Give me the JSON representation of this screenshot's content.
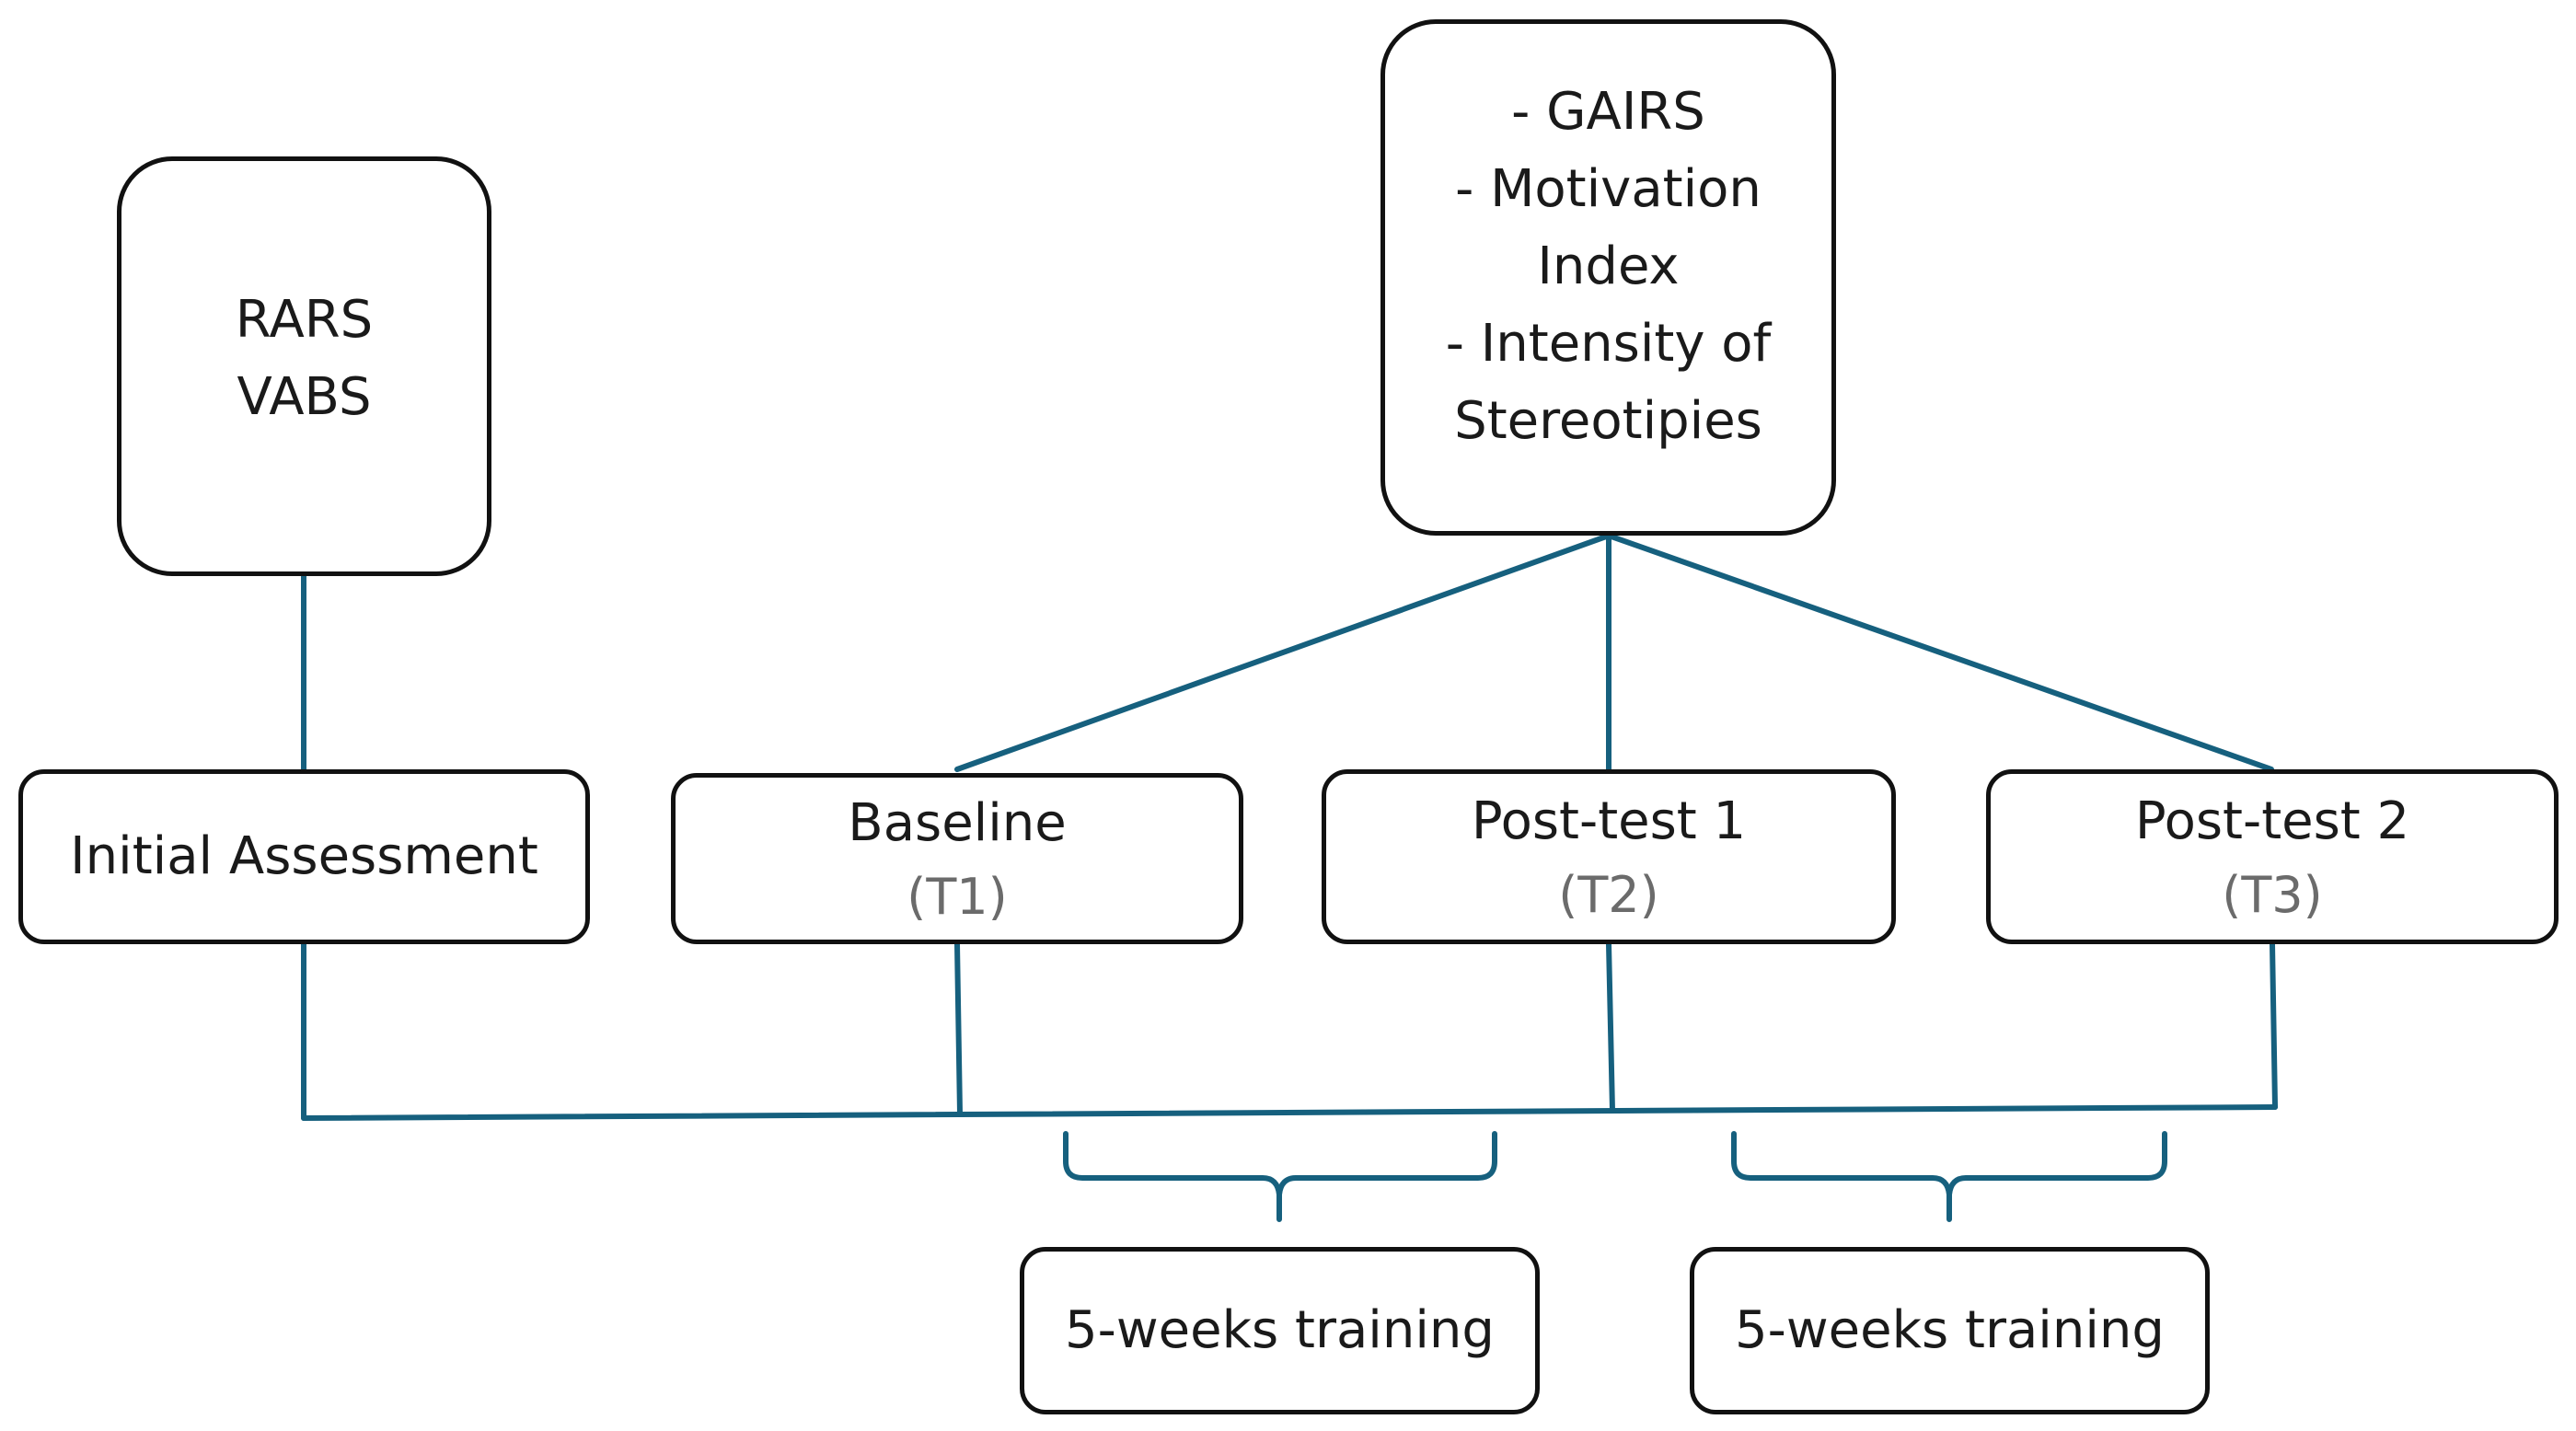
{
  "boxes": {
    "scales_left": {
      "lines": [
        "RARS",
        "VABS"
      ]
    },
    "measures_top": {
      "lines": [
        "- GAIRS",
        "- Motivation",
        "Index",
        "- Intensity of",
        "Stereotipies"
      ]
    },
    "initial_assessment": {
      "label": "Initial Assessment"
    },
    "baseline": {
      "label": "Baseline",
      "code": "(T1)"
    },
    "post_test_1": {
      "label": "Post-test 1",
      "code": "(T2)"
    },
    "post_test_2": {
      "label": "Post-test 2",
      "code": "(T3)"
    },
    "training_1": {
      "label": "5-weeks training"
    },
    "training_2": {
      "label": "5-weeks training"
    }
  },
  "colors": {
    "connector": "#16607e",
    "border": "#111111",
    "code_text": "#6b6b6b"
  }
}
